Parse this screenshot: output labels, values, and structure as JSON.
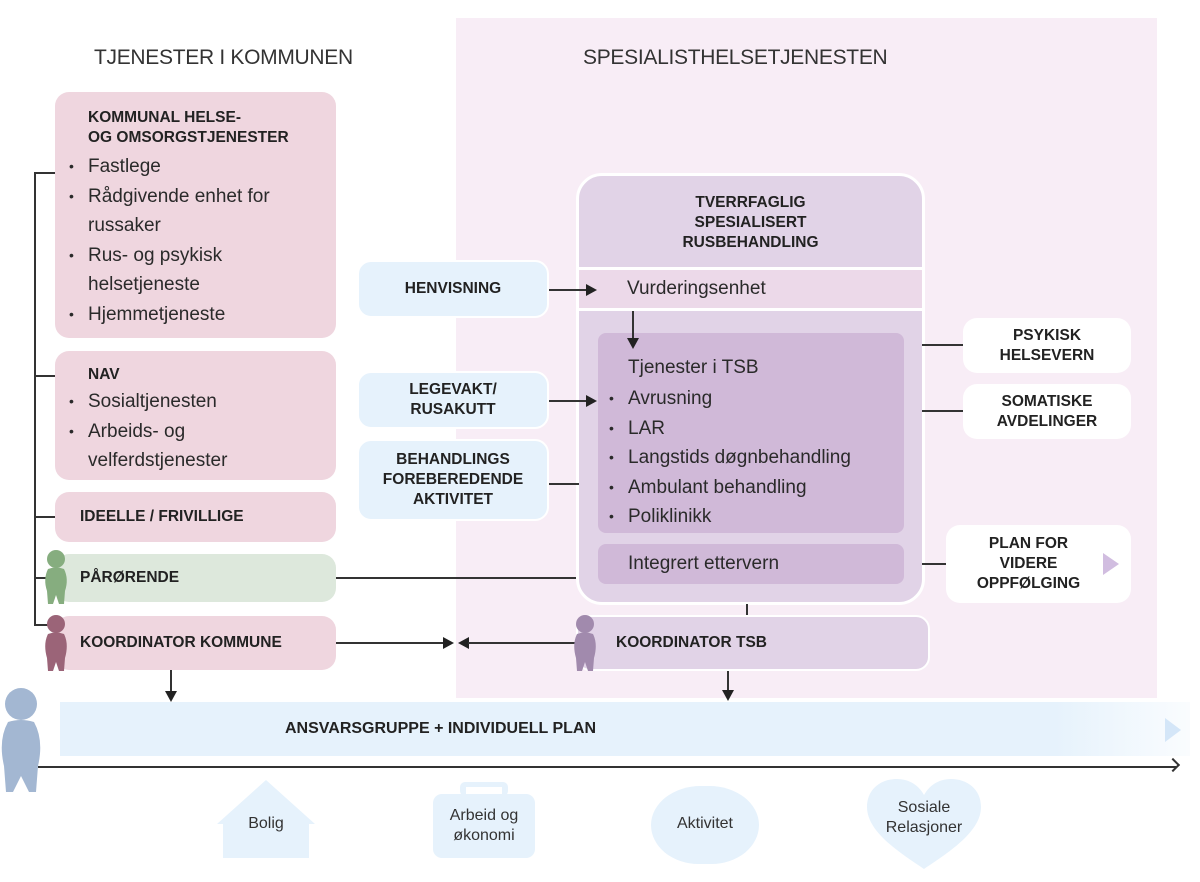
{
  "sections": {
    "kommune_title": "TJENESTER I KOMMUNEN",
    "spesialist_title": "SPESIALISTHELSETJENESTEN"
  },
  "kommune": {
    "helse": {
      "title_line1": "KOMMUNAL HELSE-",
      "title_line2": "OG OMSORGSTJENESTER",
      "items": [
        "Fastlege",
        "Rådgivende enhet for russaker",
        "Rus- og psykisk helsetjeneste",
        "Hjemmetjeneste"
      ]
    },
    "nav": {
      "title": "NAV",
      "items": [
        "Sosialtjenesten",
        "Arbeids- og velferdstjenester"
      ]
    },
    "ideelle": "IDEELLE / FRIVILLIGE",
    "parorende": "PÅRØRENDE",
    "koordinator": "KOORDINATOR KOMMUNE"
  },
  "entry_points": {
    "henvisning": "HENVISNING",
    "legevakt_line1": "LEGEVAKT/",
    "legevakt_line2": "RUSAKUTT",
    "behandling_line1": "BEHANDLINGS",
    "behandling_line2": "FOREBEREDENDE",
    "behandling_line3": "AKTIVITET"
  },
  "tsb": {
    "title_line1": "TVERRFAGLIG",
    "title_line2": "SPESIALISERT",
    "title_line3": "RUSBEHANDLING",
    "vurdering": "Vurderingsenhet",
    "services_title": "Tjenester i TSB",
    "services": [
      "Avrusning",
      "LAR",
      "Langstids døgnbehandling",
      "Ambulant behandling",
      "Poliklinikk"
    ],
    "ettervern": "Integrert ettervern",
    "koordinator": "KOORDINATOR TSB"
  },
  "related": {
    "psykisk_line1": "PSYKISK",
    "psykisk_line2": "HELSEVERN",
    "somatiske_line1": "SOMATISKE",
    "somatiske_line2": "AVDELINGER",
    "plan_line1": "PLAN FOR",
    "plan_line2": "VIDERE",
    "plan_line3": "OPPFØLGING"
  },
  "ansvarsgruppe": "ANSVARSGRUPPE + INDIVIDUELL PLAN",
  "life_areas": {
    "bolig": "Bolig",
    "arbeid_line1": "Arbeid og",
    "arbeid_line2": "økonomi",
    "aktivitet": "Aktivitet",
    "sosiale_line1": "Sosiale",
    "sosiale_line2": "Relasjoner"
  },
  "colors": {
    "kommune_box": "#efd6df",
    "parorende_box": "#dde8dc",
    "entry_box": "#e6f2fc",
    "spesialist_bg": "#f8edf6",
    "tsb_box": "#e1d3e7",
    "tsb_inner": "#d0b9d8",
    "person_green": "#86ad7f",
    "person_maroon": "#9b6478",
    "person_purple": "#a18aad",
    "person_blue": "#a3b7d2"
  }
}
